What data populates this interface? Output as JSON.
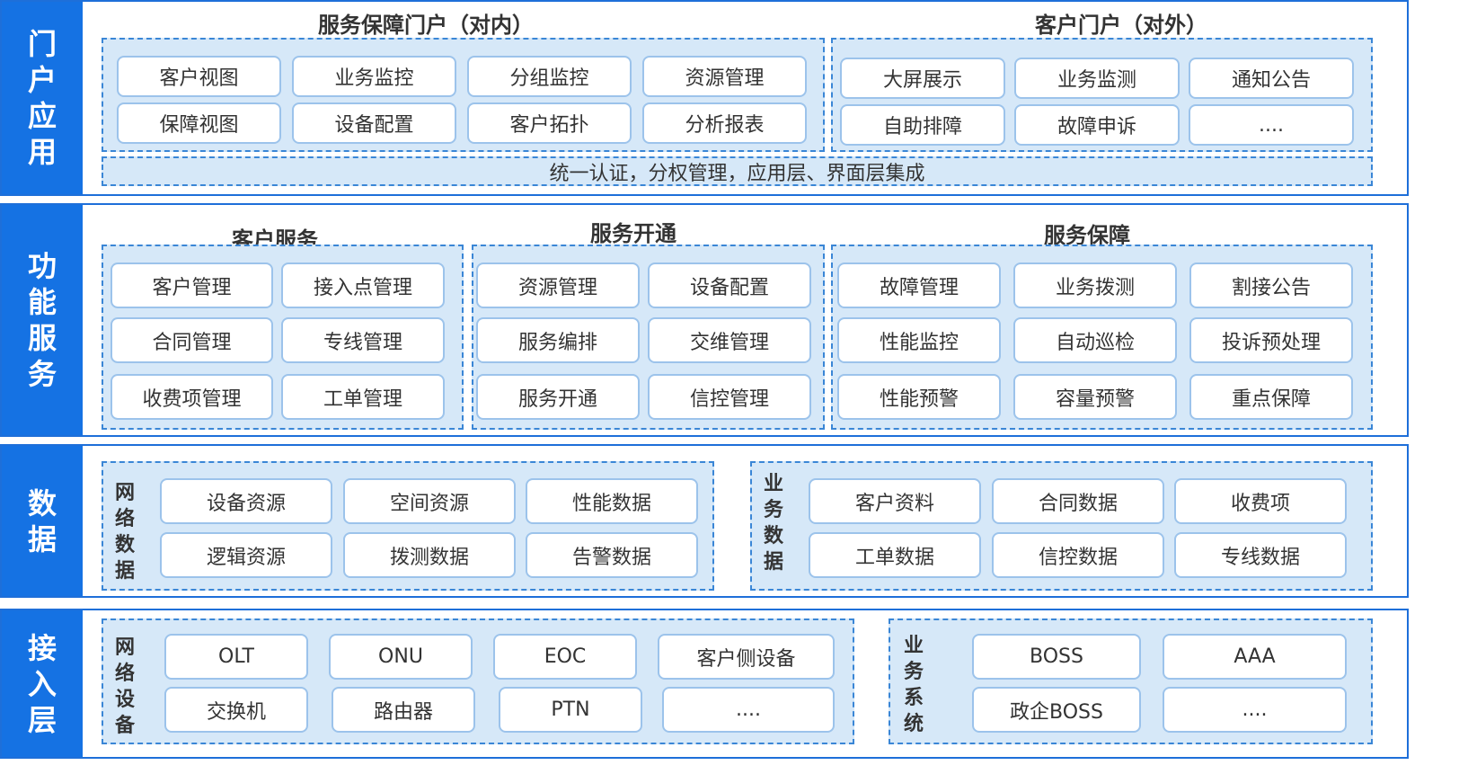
{
  "layers": {
    "portal": {
      "label": "门户应用",
      "internal_title": "服务保障门户（对内）",
      "external_title": "客户门户（对外）",
      "internal_items": [
        "客户视图",
        "业务监控",
        "分组监控",
        "资源管理",
        "保障视图",
        "设备配置",
        "客户拓扑",
        "分析报表"
      ],
      "external_items": [
        "大屏展示",
        "业务监测",
        "通知公告",
        "自助排障",
        "故障申诉",
        "...."
      ],
      "strip": "统一认证，分权管理，应用层、界面层集成"
    },
    "function": {
      "label": "功能服务",
      "customer_title": "客户服务",
      "provision_title": "服务开通",
      "assurance_title": "服务保障",
      "customer_items": [
        "客户管理",
        "接入点管理",
        "合同管理",
        "专线管理",
        "收费项管理",
        "工单管理"
      ],
      "provision_items": [
        "资源管理",
        "设备配置",
        "服务编排",
        "交维管理",
        "服务开通",
        "信控管理"
      ],
      "assurance_items": [
        "故障管理",
        "业务拨测",
        "割接公告",
        "性能监控",
        "自动巡检",
        "投诉预处理",
        "性能预警",
        "容量预警",
        "重点保障"
      ]
    },
    "data": {
      "label": "数据",
      "network_label": "网络数据",
      "business_label": "业务数据",
      "network_items": [
        "设备资源",
        "空间资源",
        "性能数据",
        "逻辑资源",
        "拨测数据",
        "告警数据"
      ],
      "business_items": [
        "客户资料",
        "合同数据",
        "收费项",
        "工单数据",
        "信控数据",
        "专线数据"
      ]
    },
    "access": {
      "label": "接入层",
      "network_label": "网络设备",
      "business_label": "业务系统",
      "network_items": [
        "OLT",
        "ONU",
        "EOC",
        "客户侧设备",
        "交换机",
        "路由器",
        "PTN",
        "...."
      ],
      "business_items": [
        "BOSS",
        "AAA",
        "政企BOSS",
        "...."
      ]
    }
  },
  "colors": {
    "band_label_bg": "#1572e3",
    "band_border": "#1e6fd9",
    "dash_fill": "#d6e8f8",
    "dash_border": "#3a86d6",
    "cell_border": "#9cc3eb"
  }
}
